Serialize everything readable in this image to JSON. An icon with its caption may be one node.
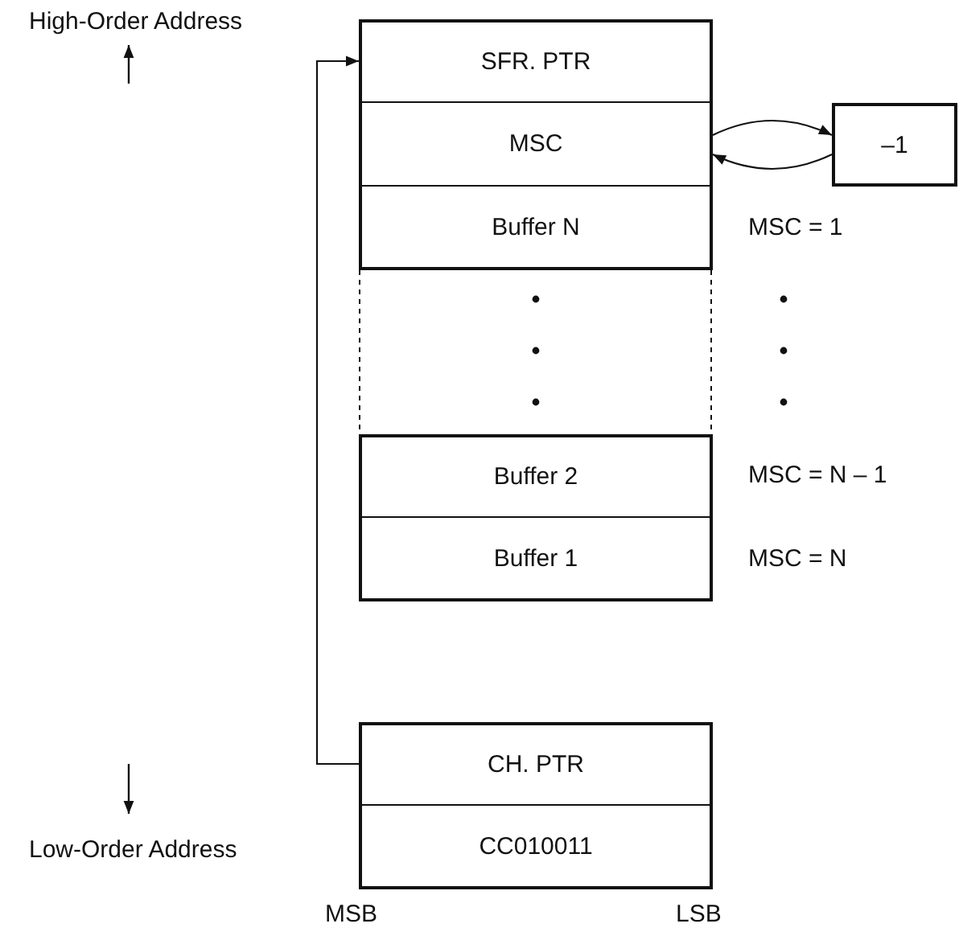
{
  "diagram": {
    "nodes": [
      {
        "text": [
          "SFR. PTR"
        ]
      },
      {
        "text": [
          "MSC"
        ]
      },
      {
        "text": [
          "Buffer N"
        ],
        "beside": [
          "MSC = 1"
        ]
      },
      {
        "text": [
          "Buffer 2"
        ],
        "beside": [
          "MSC = N – 1"
        ]
      },
      {
        "text": [
          "Buffer 1"
        ],
        "beside": [
          "MSC = N"
        ]
      },
      {
        "text": [
          "CH. PTR"
        ]
      },
      {
        "text": [
          "CC010011"
        ]
      },
      {
        "text": [
          "–1"
        ]
      }
    ],
    "edges": [
      {
        "from": 5,
        "to": 0,
        "arrow": "to"
      },
      {
        "from": 1,
        "to": 7,
        "arrow": "to"
      },
      {
        "from": 7,
        "to": 1,
        "arrow": "to"
      }
    ],
    "labels": [
      "High-Order Address",
      "Low-Order Address",
      "MSB",
      "LSB"
    ]
  }
}
